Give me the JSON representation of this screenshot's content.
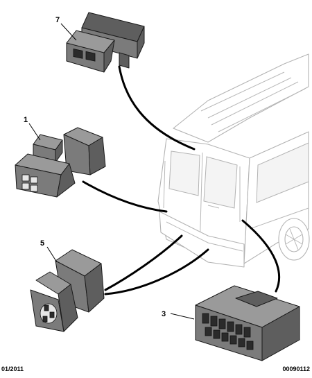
{
  "callouts": {
    "part_7": "7",
    "part_1": "1",
    "part_5": "5",
    "part_3": "3"
  },
  "footer": {
    "date": "01/2011",
    "reference": "00090112"
  }
}
